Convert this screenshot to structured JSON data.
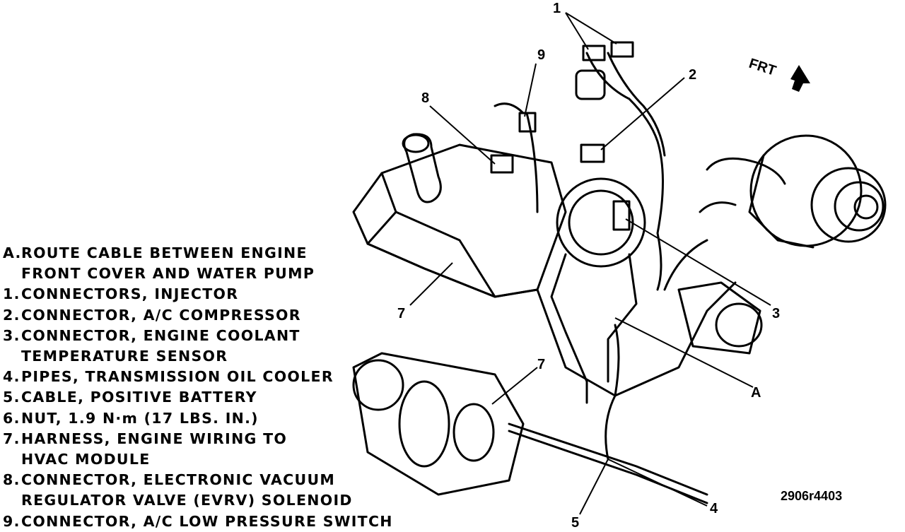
{
  "front_label": "FRT",
  "figure_code": "2906r4403",
  "callouts": {
    "c1": "1",
    "c2": "2",
    "c3": "3",
    "c4": "4",
    "c5": "5",
    "c7a": "7",
    "c7b": "7",
    "c8": "8",
    "c9": "9",
    "cA": "A"
  },
  "legend": [
    {
      "key": "A.",
      "text": "ROUTE CABLE BETWEEN ENGINE\nFRONT COVER AND WATER PUMP"
    },
    {
      "key": "1.",
      "text": "CONNECTORS, INJECTOR"
    },
    {
      "key": "2.",
      "text": "CONNECTOR, A/C COMPRESSOR"
    },
    {
      "key": "3.",
      "text": "CONNECTOR, ENGINE COOLANT\nTEMPERATURE SENSOR"
    },
    {
      "key": "4.",
      "text": "PIPES, TRANSMISSION OIL COOLER"
    },
    {
      "key": "5.",
      "text": "CABLE, POSITIVE BATTERY"
    },
    {
      "key": "6.",
      "text": "NUT, 1.9 N·m (17 LBS. IN.)"
    },
    {
      "key": "7.",
      "text": "HARNESS, ENGINE WIRING TO\nHVAC MODULE"
    },
    {
      "key": "8.",
      "text": "CONNECTOR, ELECTRONIC VACUUM\nREGULATOR VALVE (EVRV) SOLENOID"
    },
    {
      "key": "9.",
      "text": "CONNECTOR, A/C LOW PRESSURE SWITCH"
    }
  ]
}
